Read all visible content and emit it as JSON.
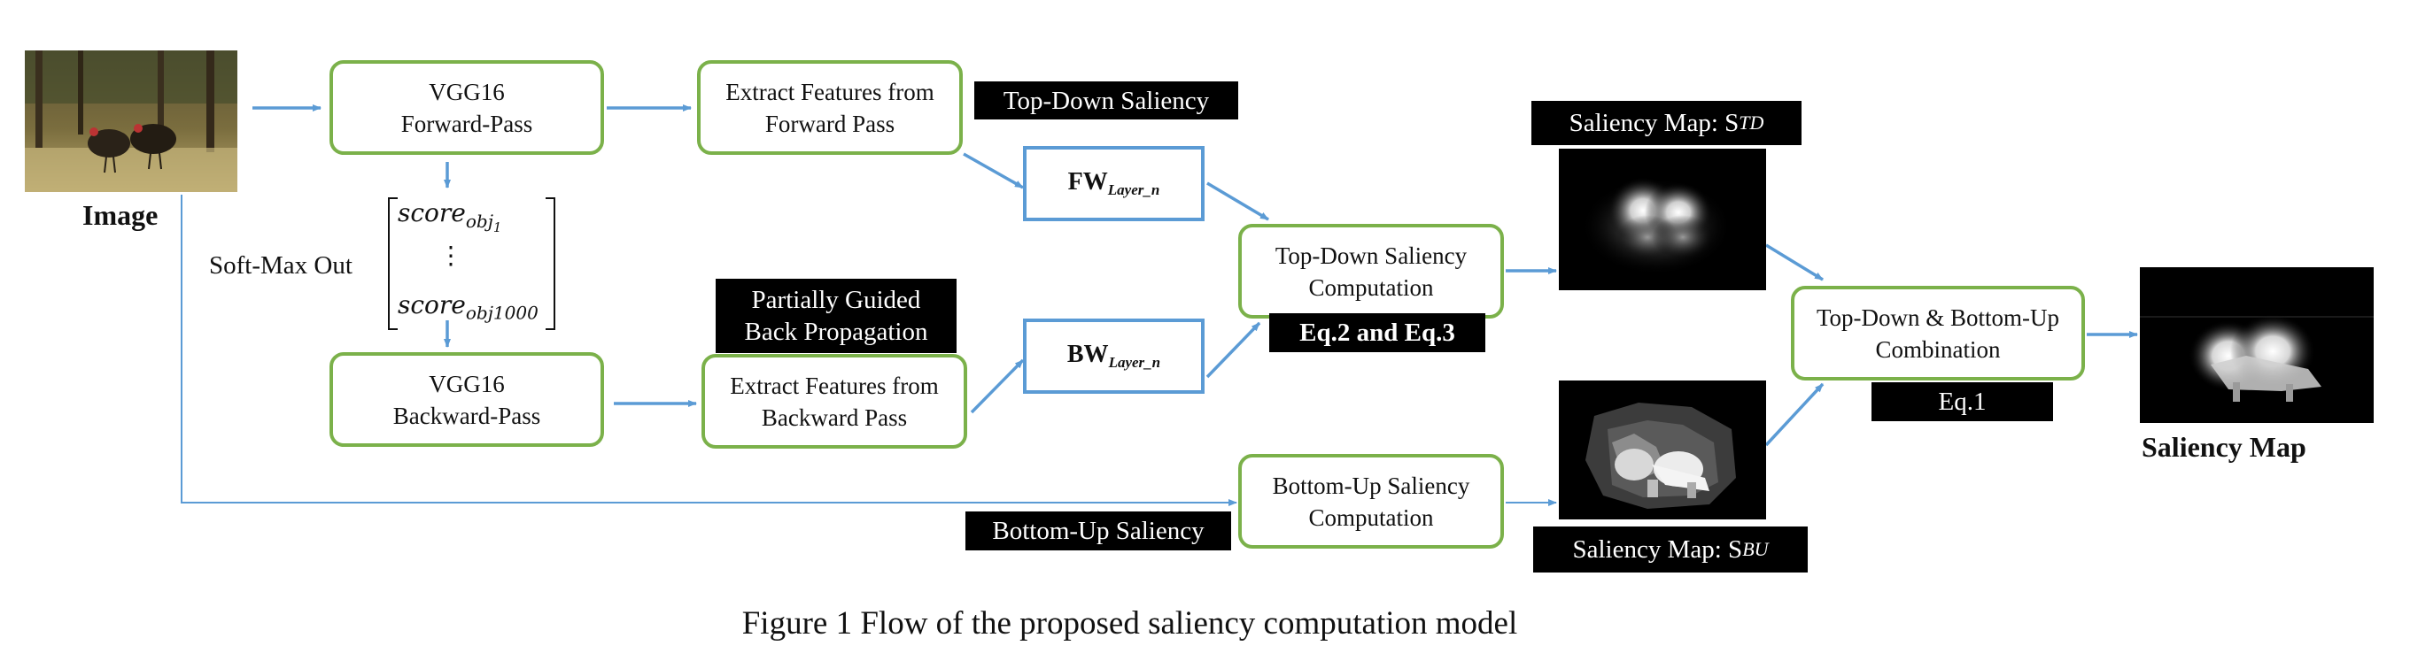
{
  "caption": "Figure 1  Flow of the proposed saliency computation model",
  "input": {
    "label": "Image"
  },
  "output": {
    "label": "Saliency Map"
  },
  "softmax": {
    "label": "Soft-Max Out",
    "row1_base": "score",
    "row1_sub": "obj",
    "row1_subsub": "1",
    "dots": "⋮",
    "row2_base": "score",
    "row2_sub": "obj1000"
  },
  "boxes": {
    "vgg_forward": {
      "line1": "VGG16",
      "line2": "Forward-Pass"
    },
    "vgg_backward": {
      "line1": "VGG16",
      "line2": "Backward-Pass"
    },
    "extract_forward": {
      "line1": "Extract Features  from",
      "line2": "Forward   Pass"
    },
    "extract_backward": {
      "line1": "Extract Features  from",
      "line2": "Backward   Pass"
    },
    "fw_layer": {
      "base": "FW",
      "sub": "Layer_n"
    },
    "bw_layer": {
      "base": "BW",
      "sub": "Layer_n"
    },
    "td_computation": {
      "line1": "Top-Down Saliency",
      "line2": "Computation"
    },
    "bu_computation": {
      "line1": "Bottom-Up Saliency",
      "line2": "Computation"
    },
    "combination": {
      "line1": "Top-Down & Bottom-Up",
      "line2": "Combination"
    }
  },
  "labels": {
    "top_down": "Top-Down Saliency",
    "bottom_up": "Bottom-Up Saliency",
    "guided_line1": "Partially Guided",
    "guided_line2": "Back Propagation",
    "eq23": "Eq.2 and Eq.3",
    "eq1": "Eq.1",
    "map_td_prefix": "Saliency Map: S",
    "map_td_sub": "TD",
    "map_bu_prefix": "Saliency Map: S",
    "map_bu_sub": "BU"
  },
  "colors": {
    "green_border": "#7bb14a",
    "blue": "#5b9bd5"
  }
}
